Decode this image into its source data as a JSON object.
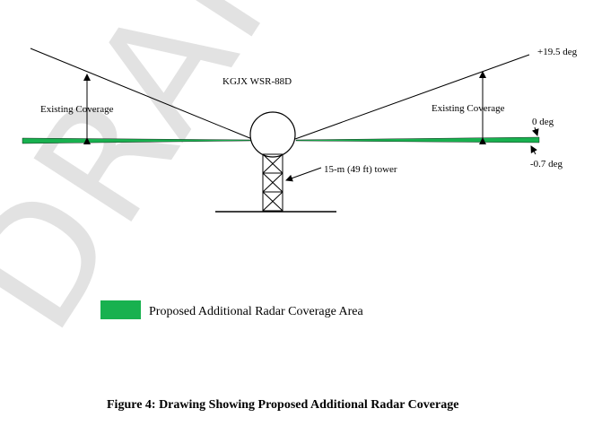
{
  "watermark": "DRAFT",
  "radar_label": "KGJX WSR-88D",
  "tower_label": "15-m (49 ft) tower",
  "coverage_left_label": "Existing Coverage",
  "coverage_right_label": "Existing Coverage",
  "angles": {
    "upper": "+19.5 deg",
    "horizon": "0 deg",
    "lower": "-0.7 deg"
  },
  "legend": {
    "label": "Proposed Additional Radar Coverage Area",
    "swatch_color": "#18b14f"
  },
  "caption": "Figure 4: Drawing Showing Proposed Additional Radar Coverage",
  "colors": {
    "proposed_coverage": "#18b14f",
    "line": "#000000",
    "watermark": "#000000"
  }
}
